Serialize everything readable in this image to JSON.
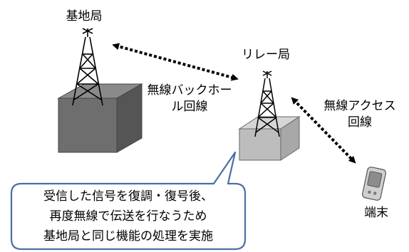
{
  "labels": {
    "base_station": "基地局",
    "relay_station": "リレー局",
    "terminal": "端末",
    "backhaul_line": "無線バックホー\nル回線",
    "access_line": "無線アクセス\n回線"
  },
  "callout": {
    "lines": [
      "受信した信号を復調・復号後、",
      "再度無線で伝送を行なうため",
      "基地局と同じ機能の処理を実施"
    ]
  },
  "colors": {
    "callout_border": "#4a6fa5",
    "base_box_front": "#6e6e6e",
    "base_box_top": "#8a8a8a",
    "relay_box_front": "#bdbdbd",
    "relay_box_top": "#d6d6d6",
    "arrow": "#000000"
  },
  "icons": {
    "base_tower": "antenna-tower-icon",
    "relay_tower": "antenna-tower-icon",
    "terminal": "handheld-terminal-icon"
  }
}
